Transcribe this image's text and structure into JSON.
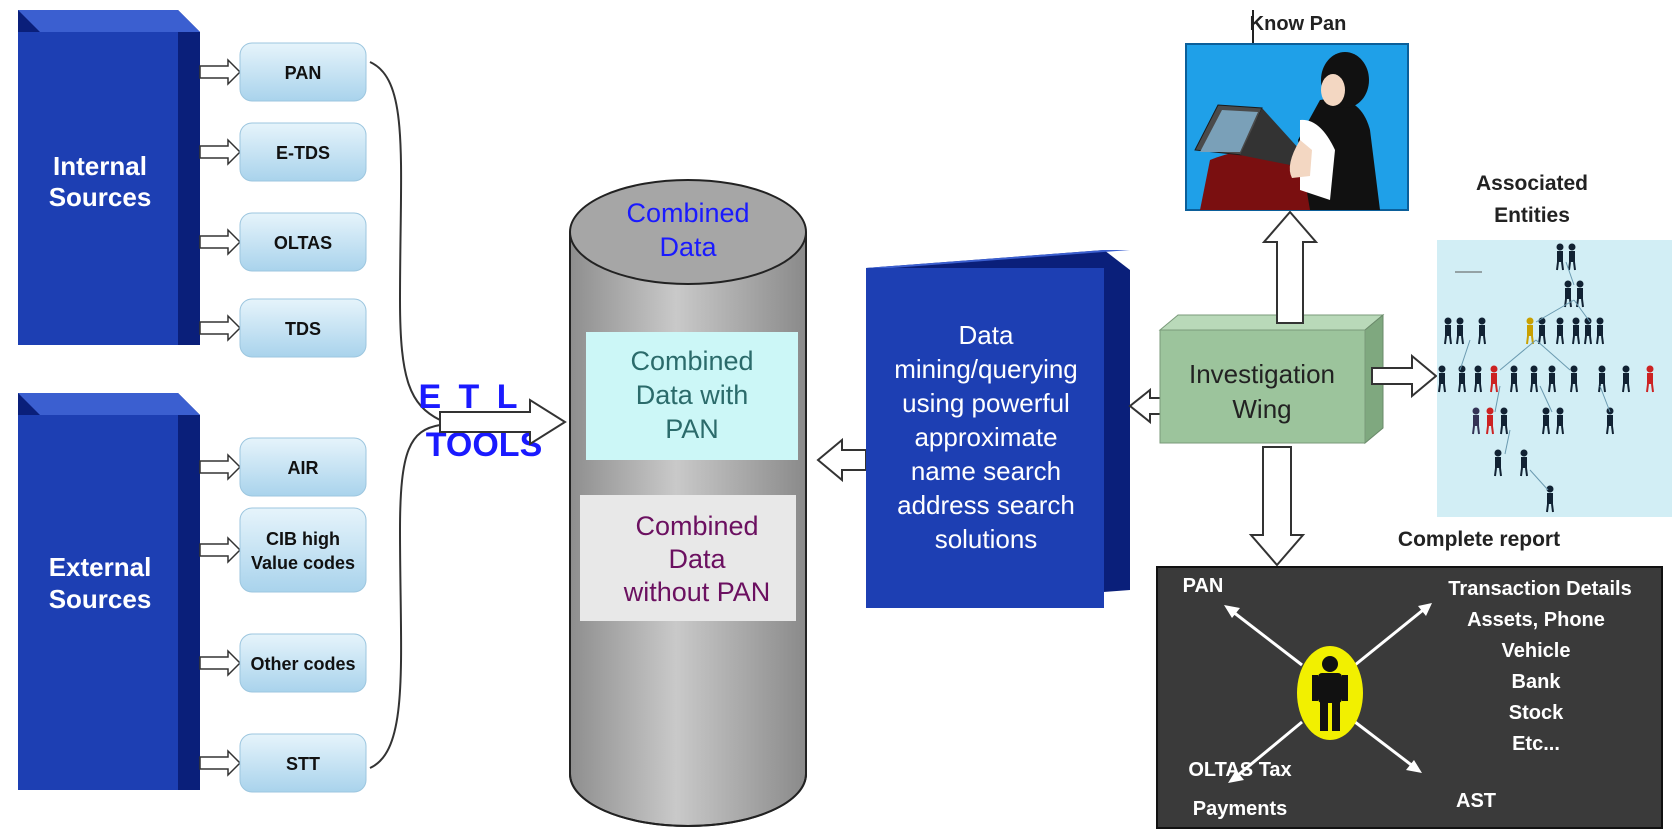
{
  "internal_sources": {
    "title_lines": [
      "Internal",
      "Sources"
    ],
    "items": [
      "PAN",
      "E-TDS",
      "OLTAS",
      "TDS"
    ]
  },
  "external_sources": {
    "title_lines": [
      "External",
      "Sources"
    ],
    "items": [
      "AIR",
      "CIB high|Value codes",
      "Other codes",
      "STT"
    ]
  },
  "etl": {
    "line1": "E T L",
    "line2": "TOOLS"
  },
  "database": {
    "top_label_lines": [
      "Combined",
      "Data"
    ],
    "with_pan_lines": [
      "Combined",
      "Data with",
      "PAN"
    ],
    "without_pan_lines": [
      "Combined",
      "Data",
      "without PAN"
    ]
  },
  "data_mining": {
    "lines": [
      "Data",
      "mining/querying",
      "using powerful",
      "approximate",
      "name search",
      "address search",
      "solutions"
    ]
  },
  "investigation": {
    "lines": [
      "Investigation",
      "Wing"
    ]
  },
  "know_pan": {
    "label": "Know Pan"
  },
  "associated": {
    "title_lines": [
      "Associated",
      "Entities"
    ],
    "caption": "Complete report"
  },
  "report": {
    "pan": "PAN",
    "transaction_lines": [
      "Transaction Details",
      "Assets, Phone",
      "Vehicle",
      "Bank",
      "Stock",
      "Etc..."
    ],
    "oltas_lines": [
      "OLTAS Tax",
      "Payments"
    ],
    "ast": "AST"
  },
  "colors": {
    "box_blue": "#1d3fb3",
    "box_blue_dark": "#0a1f7a",
    "item_fill": "#bfe0f2",
    "investigation_green": "#9cc49c",
    "report_bg": "#3a3a3a",
    "cylinder_gray": "#aaaaaa",
    "with_pan_fill": "#ccf7f7",
    "entities_bg": "#d2eef5"
  }
}
